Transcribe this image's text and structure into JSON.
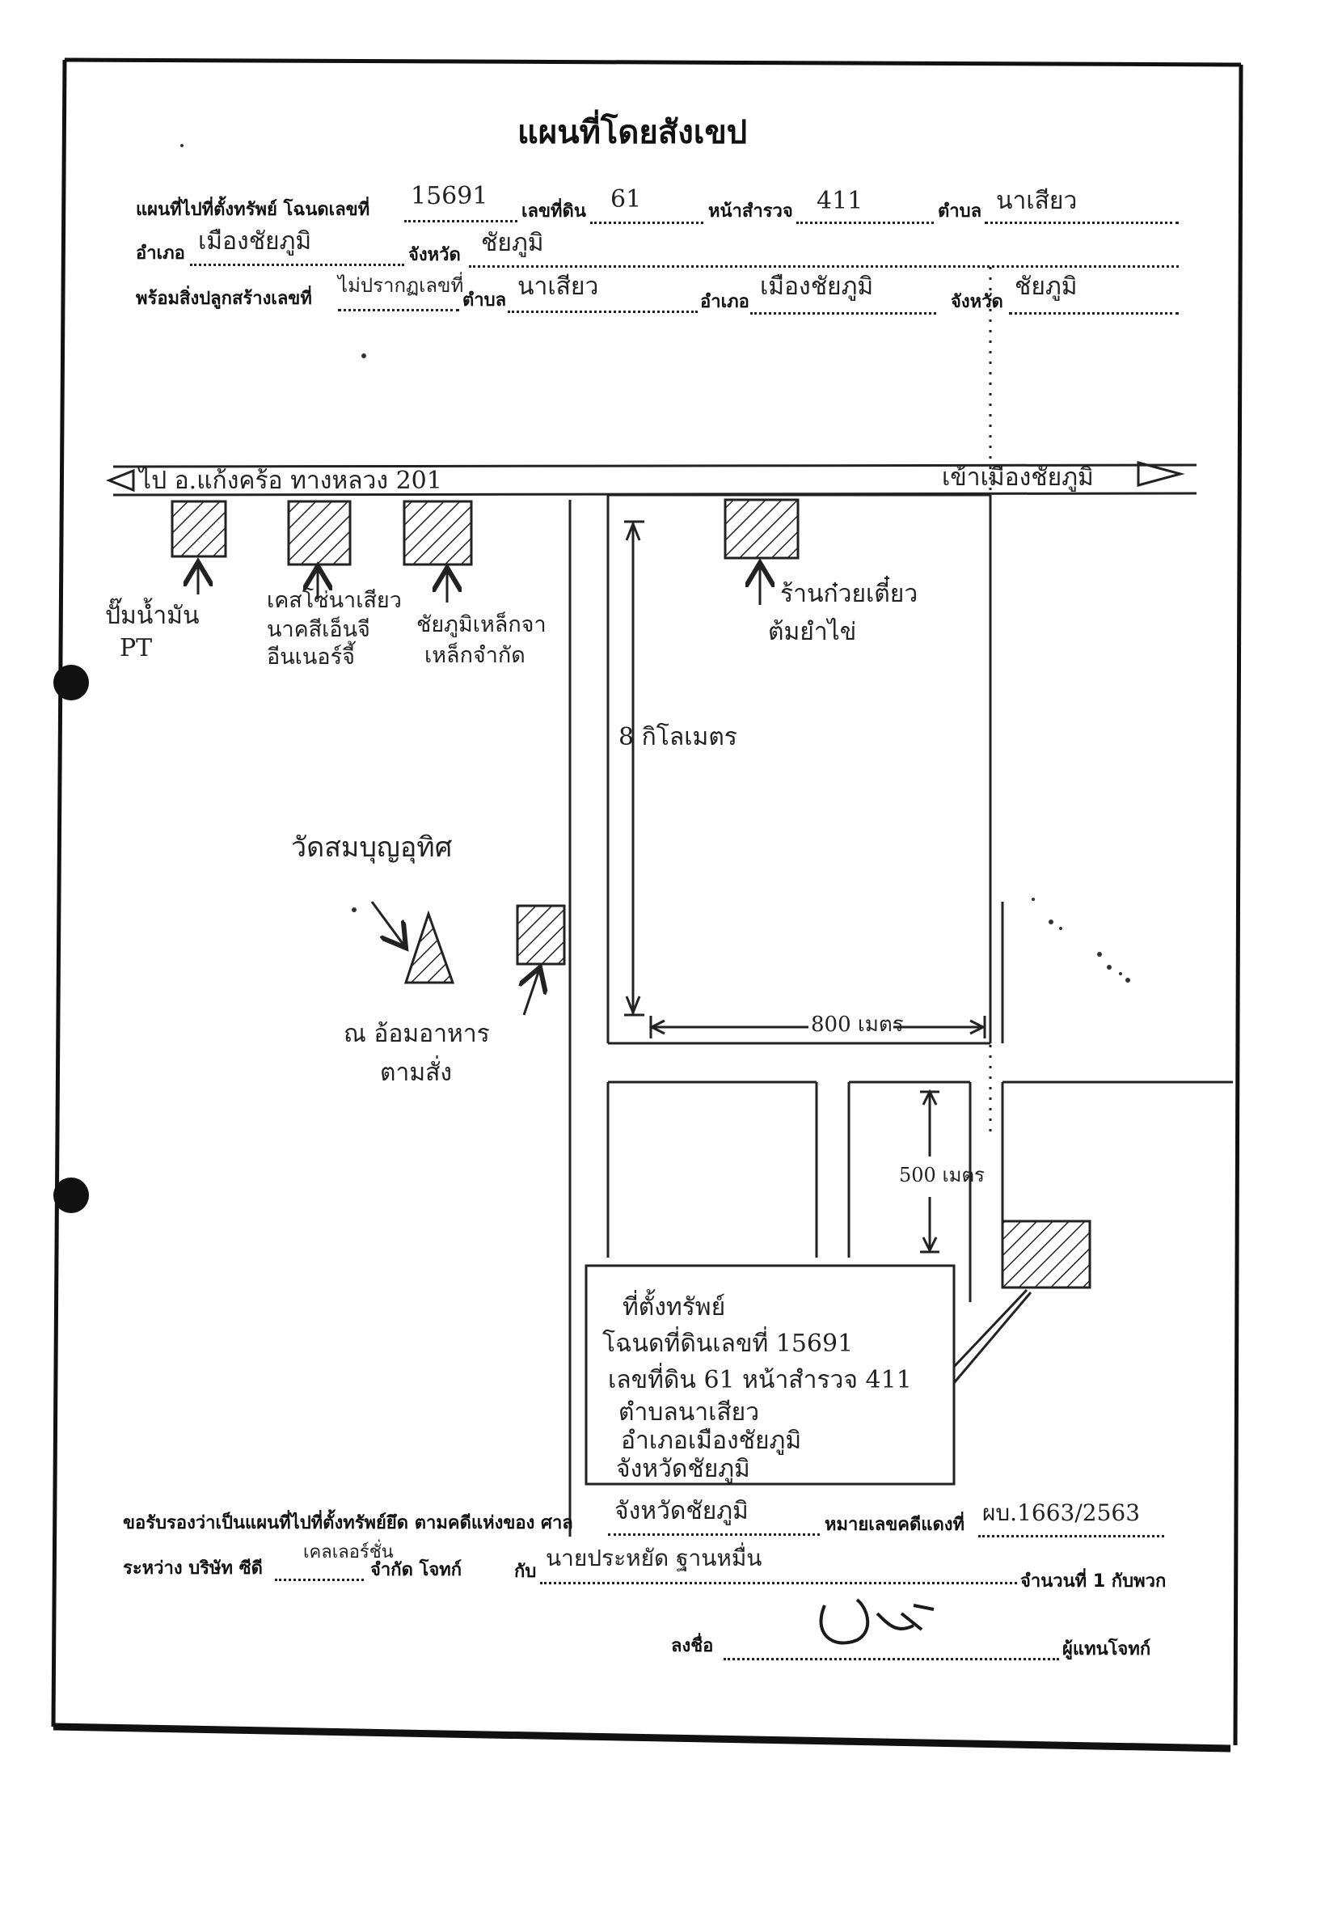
{
  "title": "แผนที่โดยสังเขป",
  "header": {
    "deed_label": "แผนที่ไปที่ตั้งทรัพย์ โฉนดเลขที่",
    "deed_no": "15691",
    "parcel_label": "เลขที่ดิน",
    "parcel_no": "61",
    "survey_label": "หน้าสำรวจ",
    "survey_no": "411",
    "subdistrict_label": "ตำบล",
    "subdistrict": "นาเสียว",
    "district_label": "อำเภอ",
    "district": "เมืองชัยภูมิ",
    "province_label": "จังหวัด",
    "province": "ชัยภูมิ",
    "building_label": "พร้อมสิ่งปลูกสร้างเลขที่",
    "building_no": "ไม่ปรากฏเลขที่",
    "subdistrict2": "นาเสียว",
    "district2": "เมืองชัยภูมิ",
    "province2": "ชัยภูมิ"
  },
  "map": {
    "road_left": "ไป อ.แก้งคร้อ  ทางหลวง 201",
    "road_right": "เข้าเมืองชัยภูมิ",
    "landmarks": [
      {
        "label_lines": [
          "ปั๊มน้ำมัน",
          "PT"
        ]
      },
      {
        "label_lines": [
          "เคสโซ่นาเสียว",
          "นาคสีเอ็นจี",
          "อีนเนอร์จี้"
        ]
      },
      {
        "label_lines": [
          "ชัยภูมิเหล็กจา",
          "เหล็กจำกัด"
        ]
      },
      {
        "label_lines": [
          "ร้านก๋วยเตี๋ยว",
          "ต้มยำไข่"
        ]
      }
    ],
    "distance_km": "8 กิโลเมตร",
    "distance_800": "800 เมตร",
    "distance_500": "500 เมตร",
    "temple": "วัดสมบุญอุทิศ",
    "restaurant_lines": [
      "ณ อ้อมอาหาร",
      "ตามสั่ง"
    ],
    "property_box": [
      "ที่ตั้งทรัพย์",
      "โฉนดที่ดินเลขที่ 15691",
      "เลขที่ดิน 61 หน้าสำรวจ 411",
      "ตำบลนาเสียว",
      "อำเภอเมืองชัยภูมิ",
      "จังหวัดชัยภูมิ"
    ]
  },
  "footer": {
    "certify_label": "ขอรับรองว่าเป็นแผนที่ไปที่ตั้งทรัพย์ยึด ตามคดีแห่งของ ศาล",
    "court": "จังหวัดชัยภูมิ",
    "case_label": "หมายเลขคดีแดงที่",
    "case_no": "ผบ.1663/2563",
    "between_label": "ระหว่าง  บริษัท ซีดี",
    "company_hand": "เคลเลอร์ชั่น",
    "company_suffix": "จำกัด  โจทก์",
    "with_label": "กับ",
    "defendant": "นายประหยัด  ฐานหมื่น",
    "count_label": "จำนวนที่ 1 กับพวก",
    "sign_label": "ลงชื่อ",
    "signer_label": "ผู้แทนโจทก์"
  }
}
